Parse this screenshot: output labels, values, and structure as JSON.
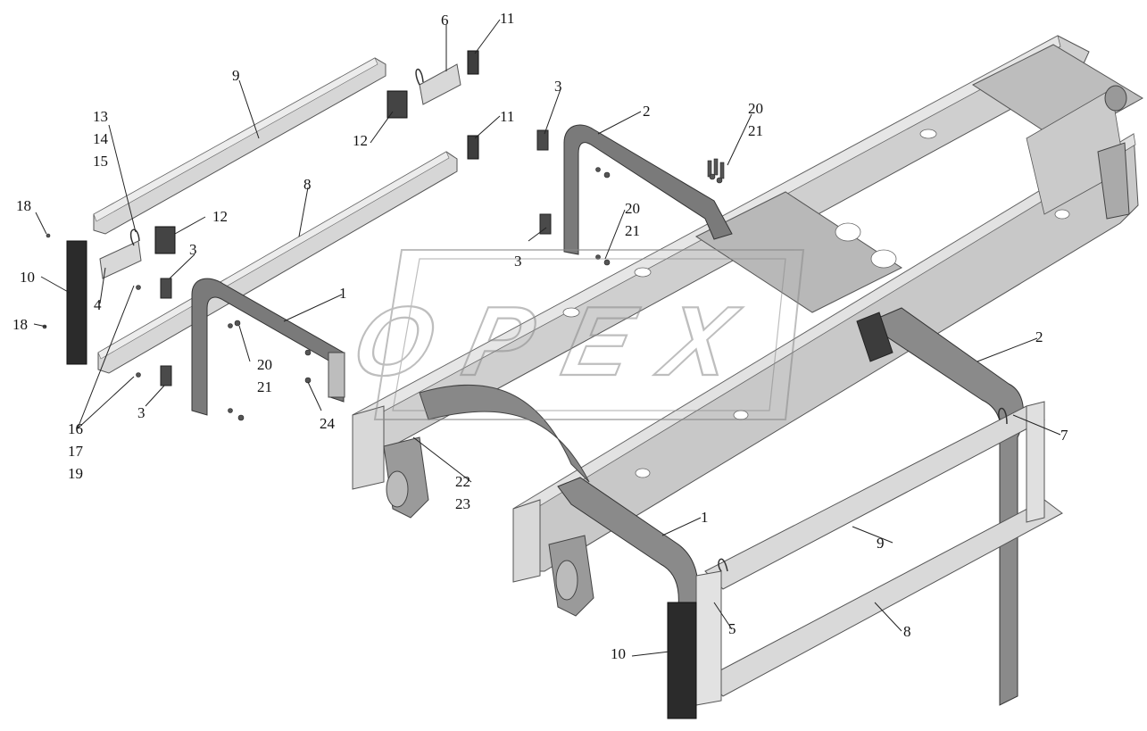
{
  "watermark": {
    "text": "OPEX"
  },
  "callouts": [
    {
      "id": "c1",
      "text": "1"
    },
    {
      "id": "c2",
      "text": "2"
    },
    {
      "id": "c3",
      "text": "3"
    },
    {
      "id": "c4",
      "text": "4"
    },
    {
      "id": "c5",
      "text": "5"
    },
    {
      "id": "c6",
      "text": "6"
    },
    {
      "id": "c7",
      "text": "7"
    },
    {
      "id": "c8",
      "text": "8"
    },
    {
      "id": "c9",
      "text": "9"
    },
    {
      "id": "c10",
      "text": "10"
    },
    {
      "id": "c11",
      "text": "11"
    },
    {
      "id": "c12",
      "text": "12"
    },
    {
      "id": "c13",
      "text": "13"
    },
    {
      "id": "c14",
      "text": "14"
    },
    {
      "id": "c15",
      "text": "15"
    },
    {
      "id": "c16",
      "text": "16"
    },
    {
      "id": "c17",
      "text": "17"
    },
    {
      "id": "c18",
      "text": "18"
    },
    {
      "id": "c19",
      "text": "19"
    },
    {
      "id": "c20",
      "text": "20"
    },
    {
      "id": "c21",
      "text": "21"
    },
    {
      "id": "c22",
      "text": "22"
    },
    {
      "id": "c23",
      "text": "23"
    },
    {
      "id": "c24",
      "text": "24"
    }
  ],
  "colors": {
    "frame": "#c9c9c9",
    "frame_edge": "#555555",
    "bracket": "#7a7a7a",
    "dark_part": "#3a3a3a",
    "rail": "#d4d4d4",
    "flap": "#2b2b2b",
    "watermark": "#9a9a9a"
  }
}
